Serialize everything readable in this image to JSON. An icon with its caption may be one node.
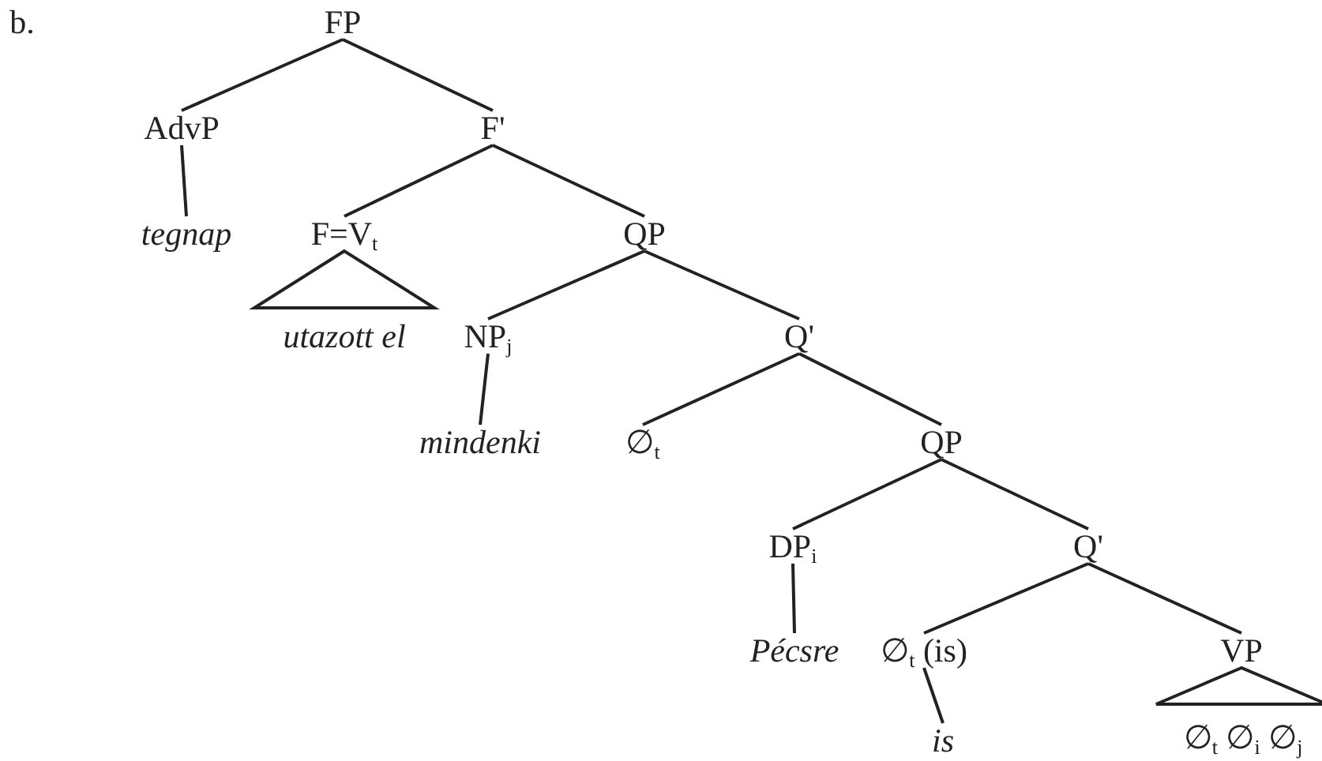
{
  "diagram": {
    "nodes": [
      {
        "text": [
          "FP"
        ]
      },
      {
        "text": [
          "AdvP"
        ]
      },
      {
        "text": [
          "F'"
        ]
      },
      {
        "text": [
          "tegnap"
        ]
      },
      {
        "text": [
          "F=V$_{t}$"
        ]
      },
      {
        "text": [
          "QP"
        ]
      },
      {
        "text": [],
        "shape": "triangle"
      },
      {
        "text": [
          "utazott el"
        ]
      },
      {
        "text": [
          "NP$_{j}$"
        ]
      },
      {
        "text": [
          "Q'"
        ]
      },
      {
        "text": [
          "mindenki"
        ]
      },
      {
        "text": [
          "∅$_{t}$"
        ]
      },
      {
        "text": [
          "QP"
        ]
      },
      {
        "text": [
          "DP$_{i}$"
        ]
      },
      {
        "text": [
          "Q'"
        ]
      },
      {
        "text": [
          "Pécsre"
        ]
      },
      {
        "text": [
          "∅$_{t}$ (is)"
        ]
      },
      {
        "text": [
          "VP"
        ]
      },
      {
        "text": [],
        "shape": "triangle"
      },
      {
        "text": [
          "is"
        ]
      },
      {
        "text": [
          "∅$_{t}$ ∅$_{i}$ ∅$_{j}$"
        ]
      }
    ],
    "edges": [
      {
        "from": 0,
        "to": 1,
        "arrow": "none"
      },
      {
        "from": 0,
        "to": 2,
        "arrow": "none"
      },
      {
        "from": 1,
        "to": 3,
        "arrow": "none"
      },
      {
        "from": 2,
        "to": 4,
        "arrow": "none"
      },
      {
        "from": 2,
        "to": 5,
        "arrow": "none"
      },
      {
        "from": 5,
        "to": 8,
        "arrow": "none"
      },
      {
        "from": 5,
        "to": 9,
        "arrow": "none"
      },
      {
        "from": 8,
        "to": 10,
        "arrow": "none"
      },
      {
        "from": 9,
        "to": 11,
        "arrow": "none"
      },
      {
        "from": 9,
        "to": 12,
        "arrow": "none"
      },
      {
        "from": 12,
        "to": 13,
        "arrow": "none"
      },
      {
        "from": 12,
        "to": 14,
        "arrow": "none"
      },
      {
        "from": 13,
        "to": 15,
        "arrow": "none"
      },
      {
        "from": 14,
        "to": 16,
        "arrow": "none"
      },
      {
        "from": 14,
        "to": 17,
        "arrow": "none"
      },
      {
        "from": 16,
        "to": 19,
        "arrow": "none"
      }
    ],
    "labels": [
      "b."
    ]
  }
}
